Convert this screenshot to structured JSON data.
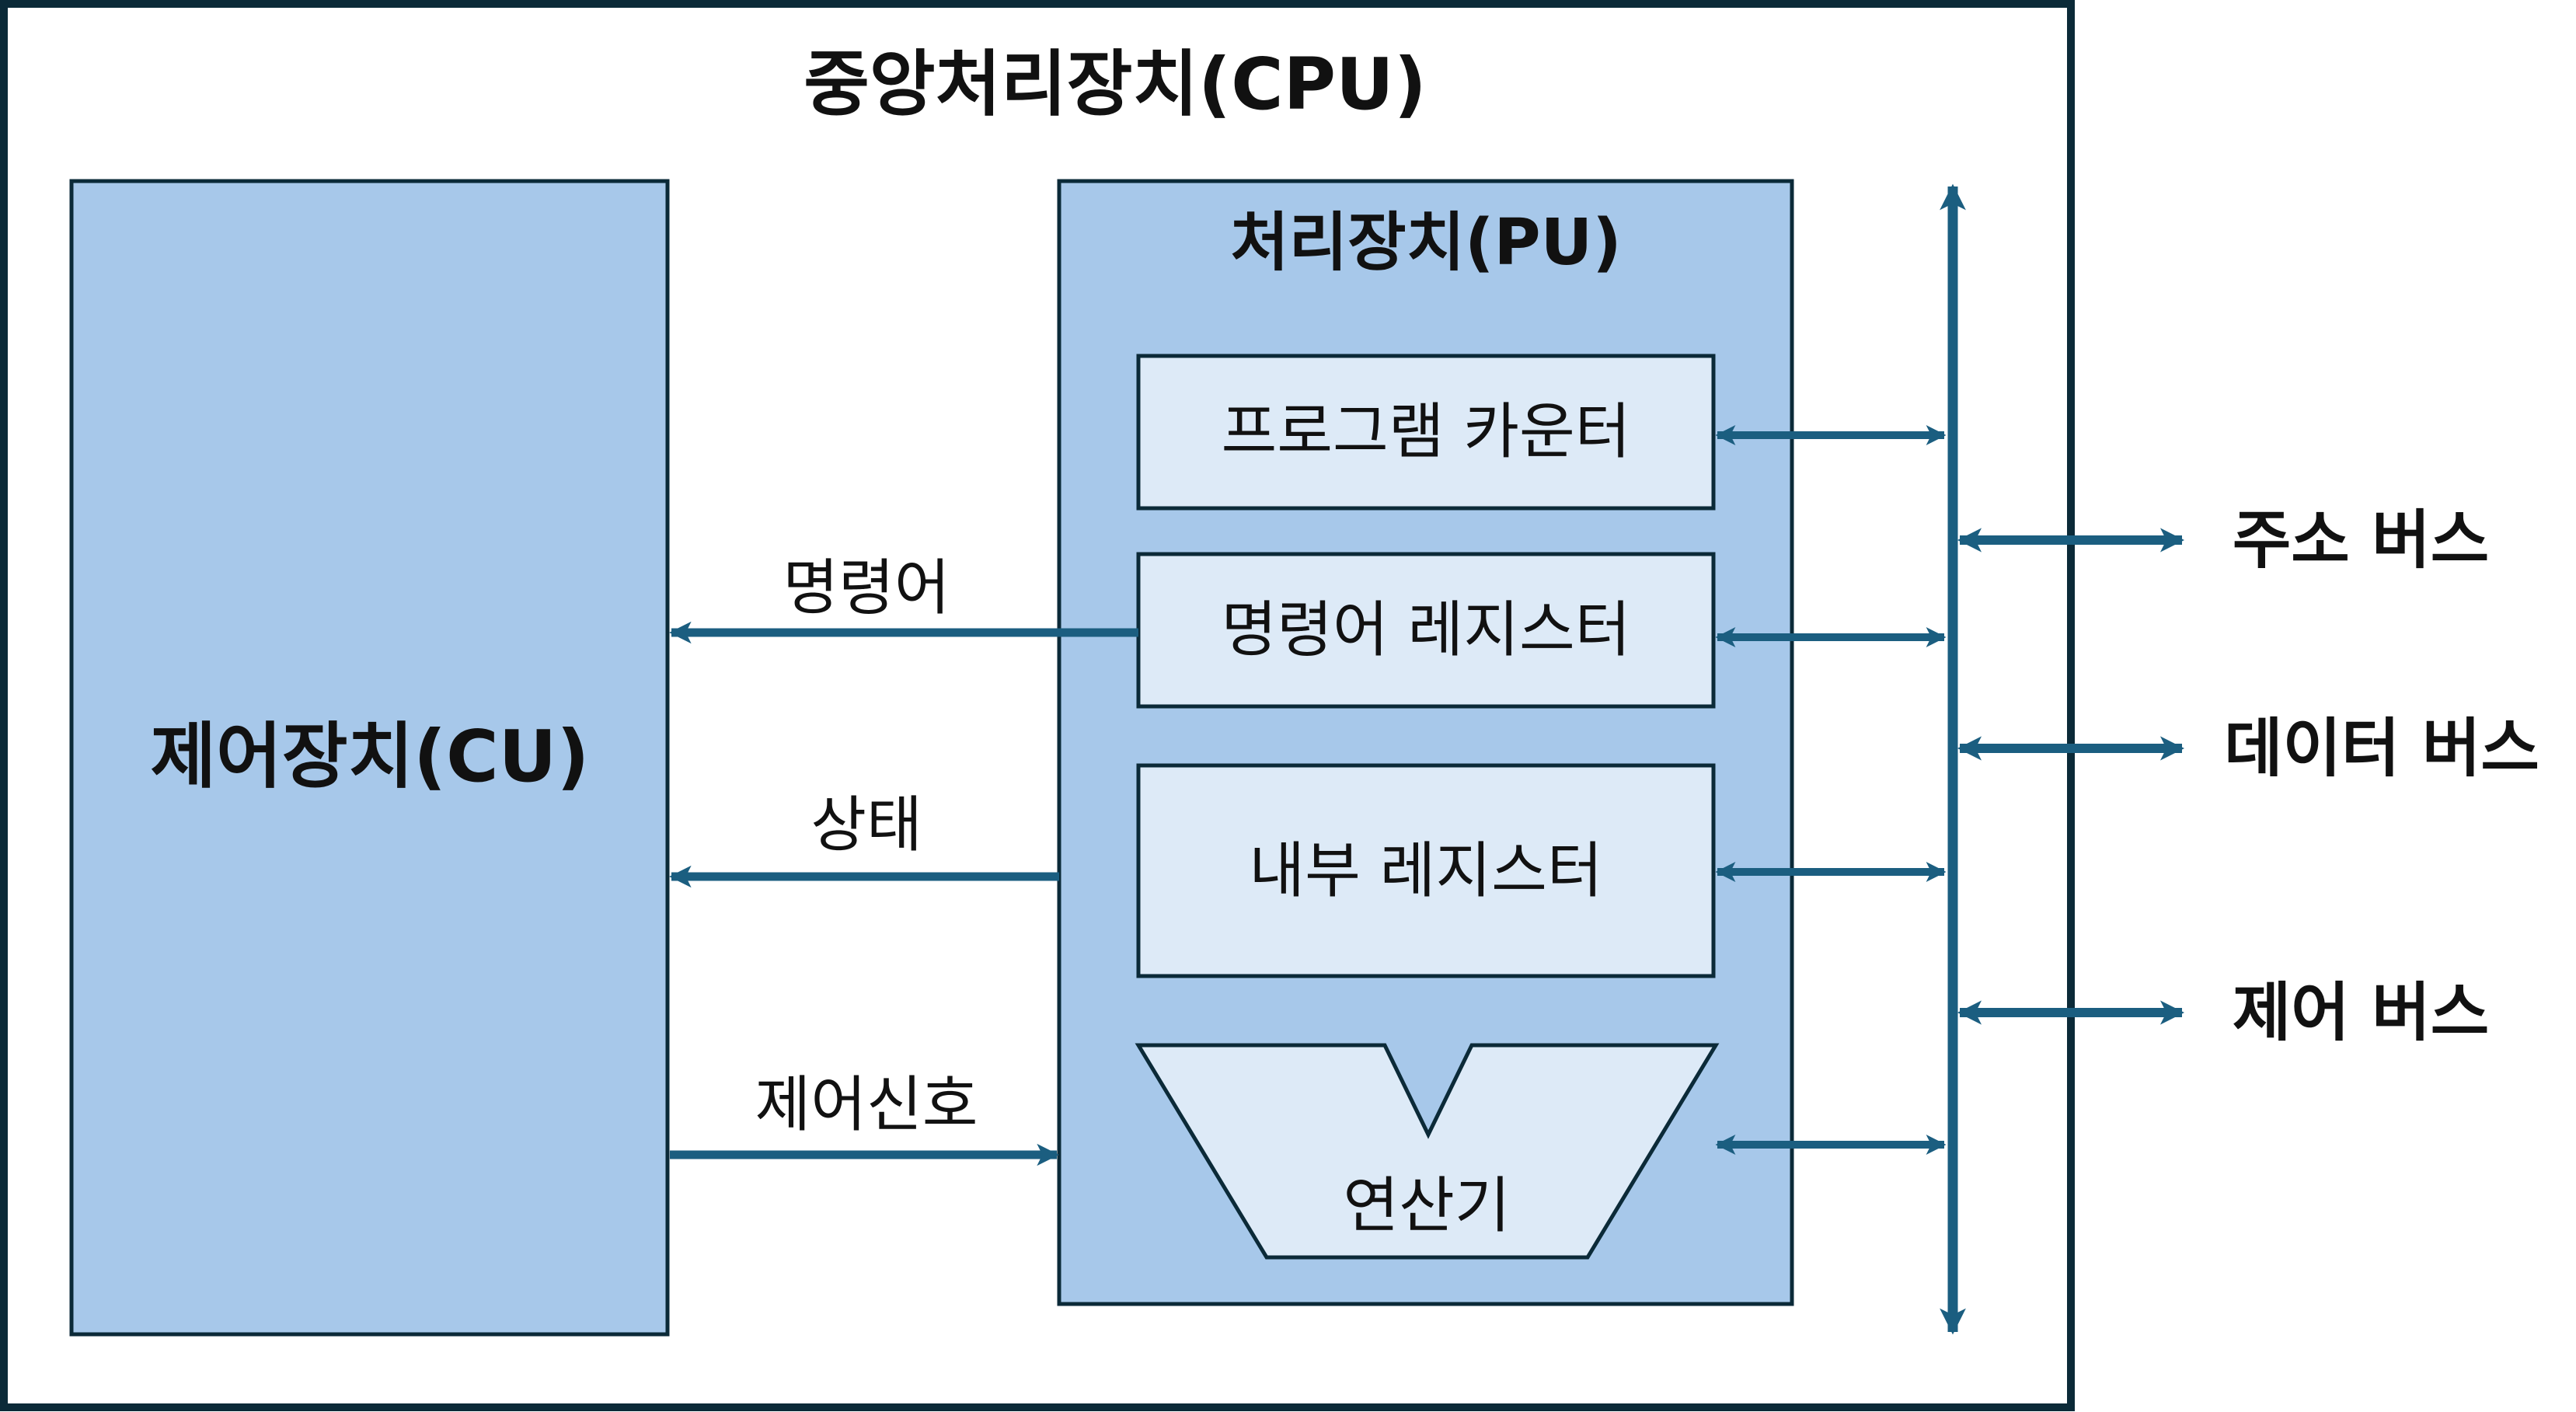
{
  "cpu": {
    "title": "중앙처리장치(CPU)"
  },
  "cu": {
    "label": "제어장치(CU)"
  },
  "pu": {
    "title": "처리장치(PU)",
    "components": {
      "program_counter": "프로그램 카운터",
      "instruction_register": "명령어 레지스터",
      "internal_register": "내부 레지스터",
      "alu": "연산기"
    }
  },
  "signals": {
    "instruction": "명령어",
    "status": "상태",
    "control_signal": "제어신호"
  },
  "buses": {
    "address": "주소 버스",
    "data": "데이터 버스",
    "control": "제어 버스"
  },
  "colors": {
    "border": "#0b2a38",
    "block_fill": "#a7c8ea",
    "inner_fill": "#ddeaf7",
    "arrow": "#1b5e80"
  }
}
